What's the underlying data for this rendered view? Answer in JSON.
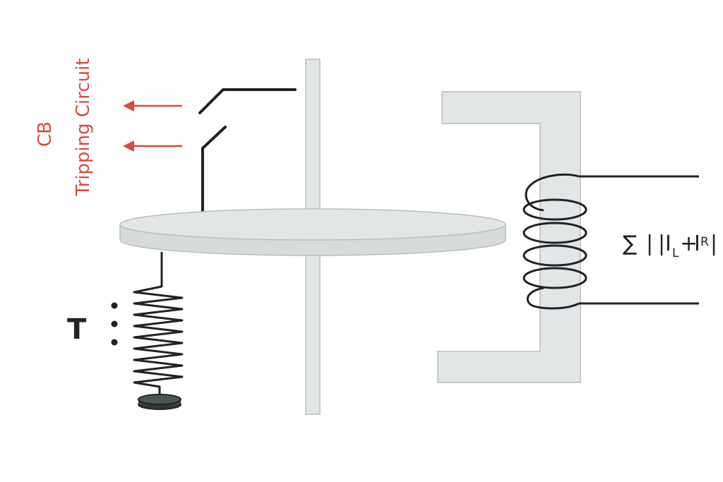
{
  "labels": {
    "cb": "CB",
    "tripping_circuit": "Tripping Circuit",
    "t": "T",
    "sum_sign": "∑",
    "bar1": "|",
    "bar2": "|",
    "i_l": "I",
    "sub_l": "L",
    "plus": "+",
    "i_r": "I",
    "sub_r": "R",
    "bar3": "|"
  },
  "colors": {
    "arrow": "#d94b3d",
    "frame_fill": "#e3e6e6",
    "frame_stroke": "#b9bebe",
    "wire": "#1f2326"
  }
}
